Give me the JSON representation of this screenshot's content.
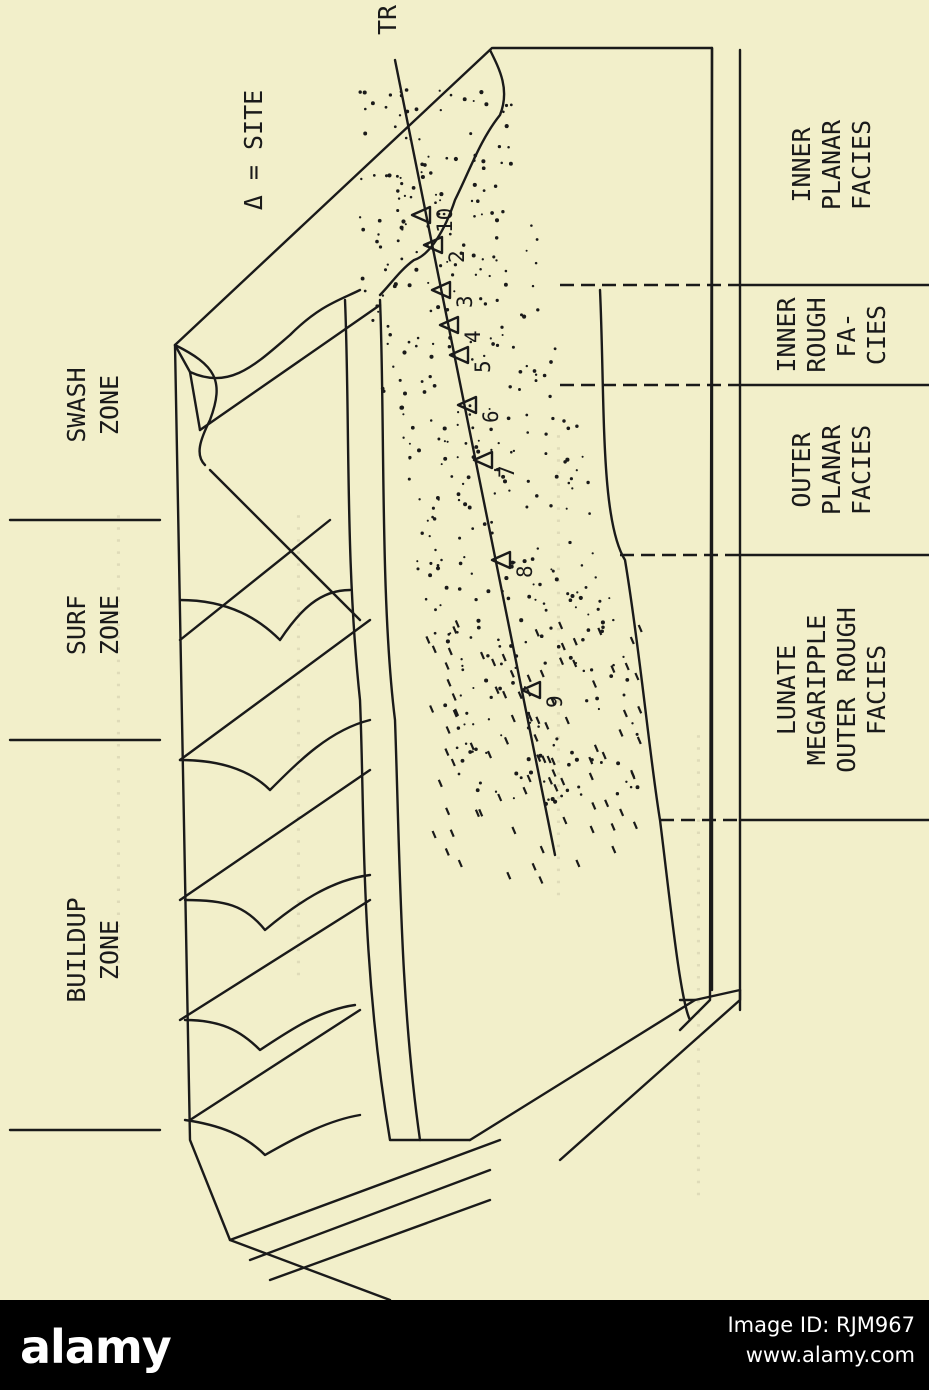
{
  "legend": {
    "site_symbol": "Δ = SITE",
    "transect_label": "TR"
  },
  "zones": [
    {
      "line1": "SWASH",
      "line2": "ZONE"
    },
    {
      "line1": "SURF",
      "line2": "ZONE"
    },
    {
      "line1": "BUILDUP",
      "line2": "ZONE"
    }
  ],
  "facies": [
    {
      "lines": [
        "INNER",
        "PLANAR",
        "FACIES"
      ]
    },
    {
      "lines": [
        "INNER",
        "ROUGH",
        "FA-",
        "CIES"
      ]
    },
    {
      "lines": [
        "OUTER",
        "PLANAR",
        "FACIES"
      ]
    },
    {
      "lines": [
        "LUNATE",
        "MEGARIPPLE",
        "OUTER ROUGH",
        "FACIES"
      ]
    }
  ],
  "sites": [
    "10",
    "2",
    "3",
    "4",
    "5",
    "6",
    "7",
    "8",
    "9"
  ],
  "footer": {
    "logo": "alamy",
    "image_id": "Image ID: RJM967",
    "site": "www.alamy.com"
  },
  "colors": {
    "paper": "#f2efca",
    "ink": "#1a1a1a",
    "footer_bg": "#000000",
    "footer_text": "#ffffff"
  }
}
